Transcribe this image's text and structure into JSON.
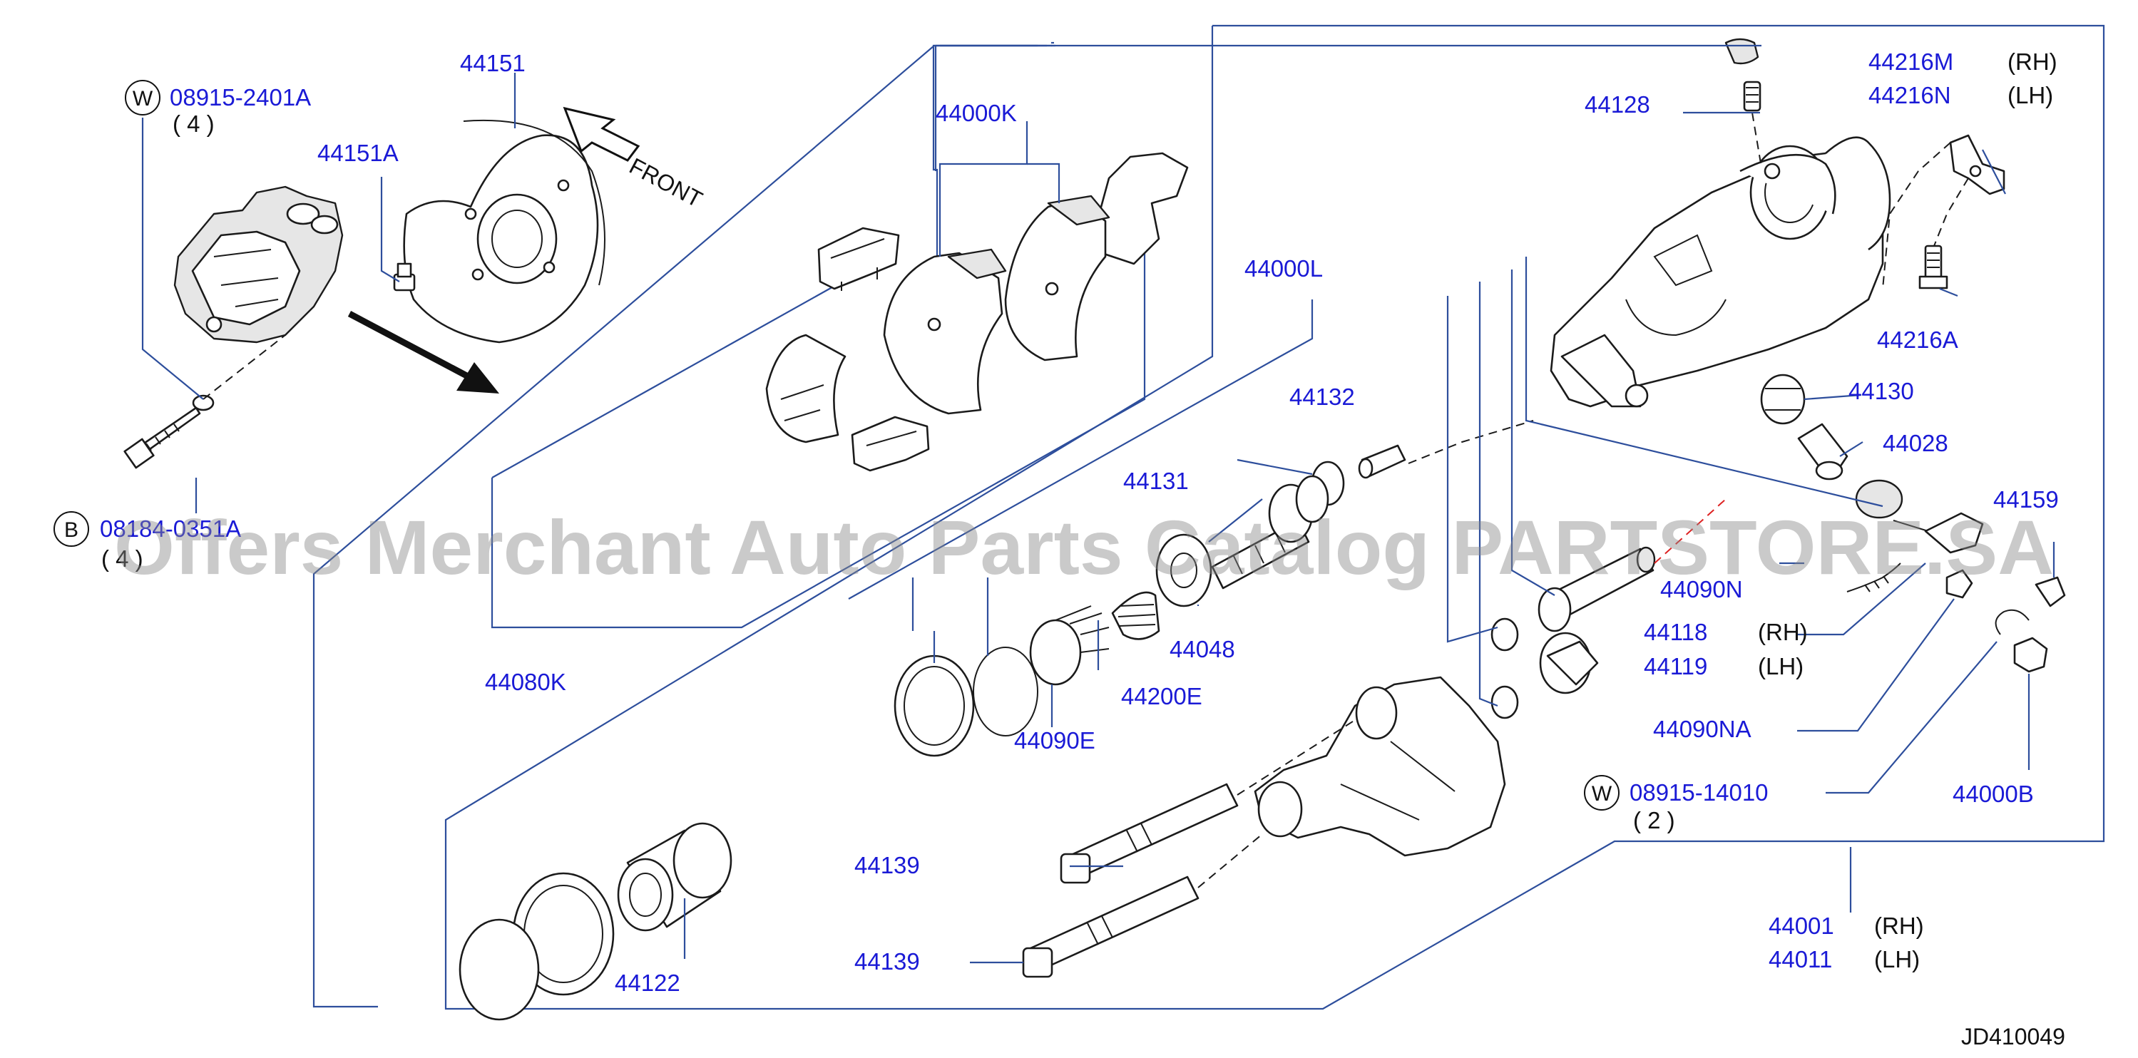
{
  "diagram_code": "JD410049",
  "watermark": "Offers Merchant Auto Parts Catalog PARTSTORE.SA",
  "front_label": "FRONT",
  "parts": {
    "p44151": "44151",
    "p44151A": "44151A",
    "p44000K": "44000K",
    "p44000L": "44000L",
    "p44080K": "44080K",
    "p44128": "44128",
    "p44216M": "44216M",
    "p44216M_side": "(RH)",
    "p44216N": "44216N",
    "p44216N_side": "(LH)",
    "p44216A": "44216A",
    "p44132": "44132",
    "p44130": "44130",
    "p44028": "44028",
    "p44131": "44131",
    "p44159": "44159",
    "p44090N": "44090N",
    "p44048": "44048",
    "p44118": "44118",
    "p44118_side": "(RH)",
    "p44119": "44119",
    "p44119_side": "(LH)",
    "p44200E": "44200E",
    "p44090E": "44090E",
    "p44090NA": "44090NA",
    "p44139a": "44139",
    "p44139b": "44139",
    "p44000B": "44000B",
    "p44122": "44122",
    "p44001": "44001",
    "p44001_side": "(RH)",
    "p44011": "44011",
    "p44011_side": "(LH)"
  },
  "fasteners": {
    "w1": {
      "badge": "W",
      "number": "08915-2401A",
      "qty": "( 4 )"
    },
    "b1": {
      "badge": "B",
      "number": "08184-0351A",
      "qty": "( 4 )"
    },
    "w2": {
      "badge": "W",
      "number": "08915-14010",
      "qty": "( 2 )"
    }
  }
}
